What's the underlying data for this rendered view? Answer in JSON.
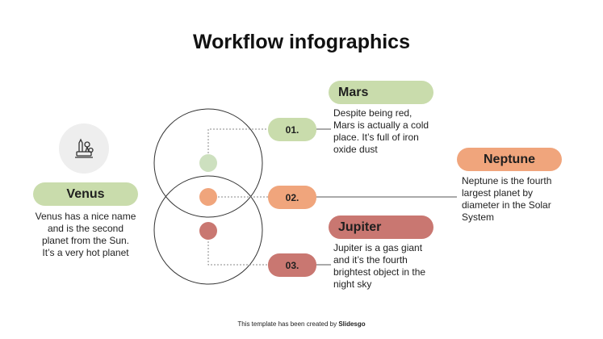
{
  "title": "Workflow infographics",
  "items": [
    {
      "name": "Mars",
      "step": "01.",
      "description": "Despite being red, Mars is actually a cold place. It’s full of iron oxide dust"
    },
    {
      "name": "Neptune",
      "step": "02.",
      "description": "Neptune is the fourth largest planet by diameter in the Solar System"
    },
    {
      "name": "Jupiter",
      "step": "03.",
      "description": "Jupiter is a gas giant and it’s the fourth brightest object in the night sky"
    }
  ],
  "venus": {
    "name": "Venus",
    "description": "Venus has a nice name and is the second planet from the Sun. It’s a very hot planet"
  },
  "icon": "planning-tools-icon",
  "colors": {
    "green": "#c9dcac",
    "orange": "#f0a57c",
    "red": "#c97771",
    "dot_green": "#cde0bf",
    "icon_bg": "#eeeeee"
  },
  "footer": {
    "prefix": "This template has been created by",
    "brand": "Slidesgo"
  }
}
